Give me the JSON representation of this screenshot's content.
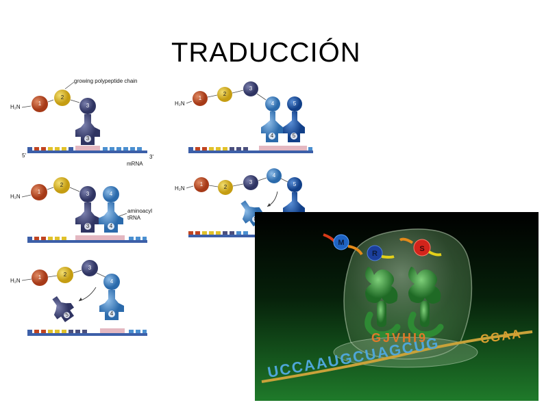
{
  "slide": {
    "title": "TRADUCCIÓN"
  },
  "diagram": {
    "label_growing_chain": "growing polypeptide chain",
    "label_mrna": "mRNA",
    "label_five_prime": "5'",
    "label_three_prime": "3'",
    "label_aminoacyl_line1": "aminoacyl",
    "label_aminoacyl_line2": "tRNA",
    "label_h2n": "H₂N",
    "aa_1": "1",
    "aa_2": "2",
    "aa_3": "3",
    "aa_4": "4",
    "aa_5": "5"
  },
  "render3d": {
    "label_m": "M",
    "label_r": "R",
    "label_s": "S",
    "mrna_letters_front": "UCCAAUGCUAGCUG",
    "mrna_letters_back": "GJVHI9",
    "mrna_letters_right": "CGAA"
  },
  "colors": {
    "aa1": "#c8502a",
    "aa2": "#e2c12a",
    "aa3": "#4a4f7e",
    "aa4": "#3e7fc2",
    "aa5": "#1f5fb0",
    "ribosome_bg": "#0a2a0a",
    "ribosome_green": "#3aa542"
  }
}
